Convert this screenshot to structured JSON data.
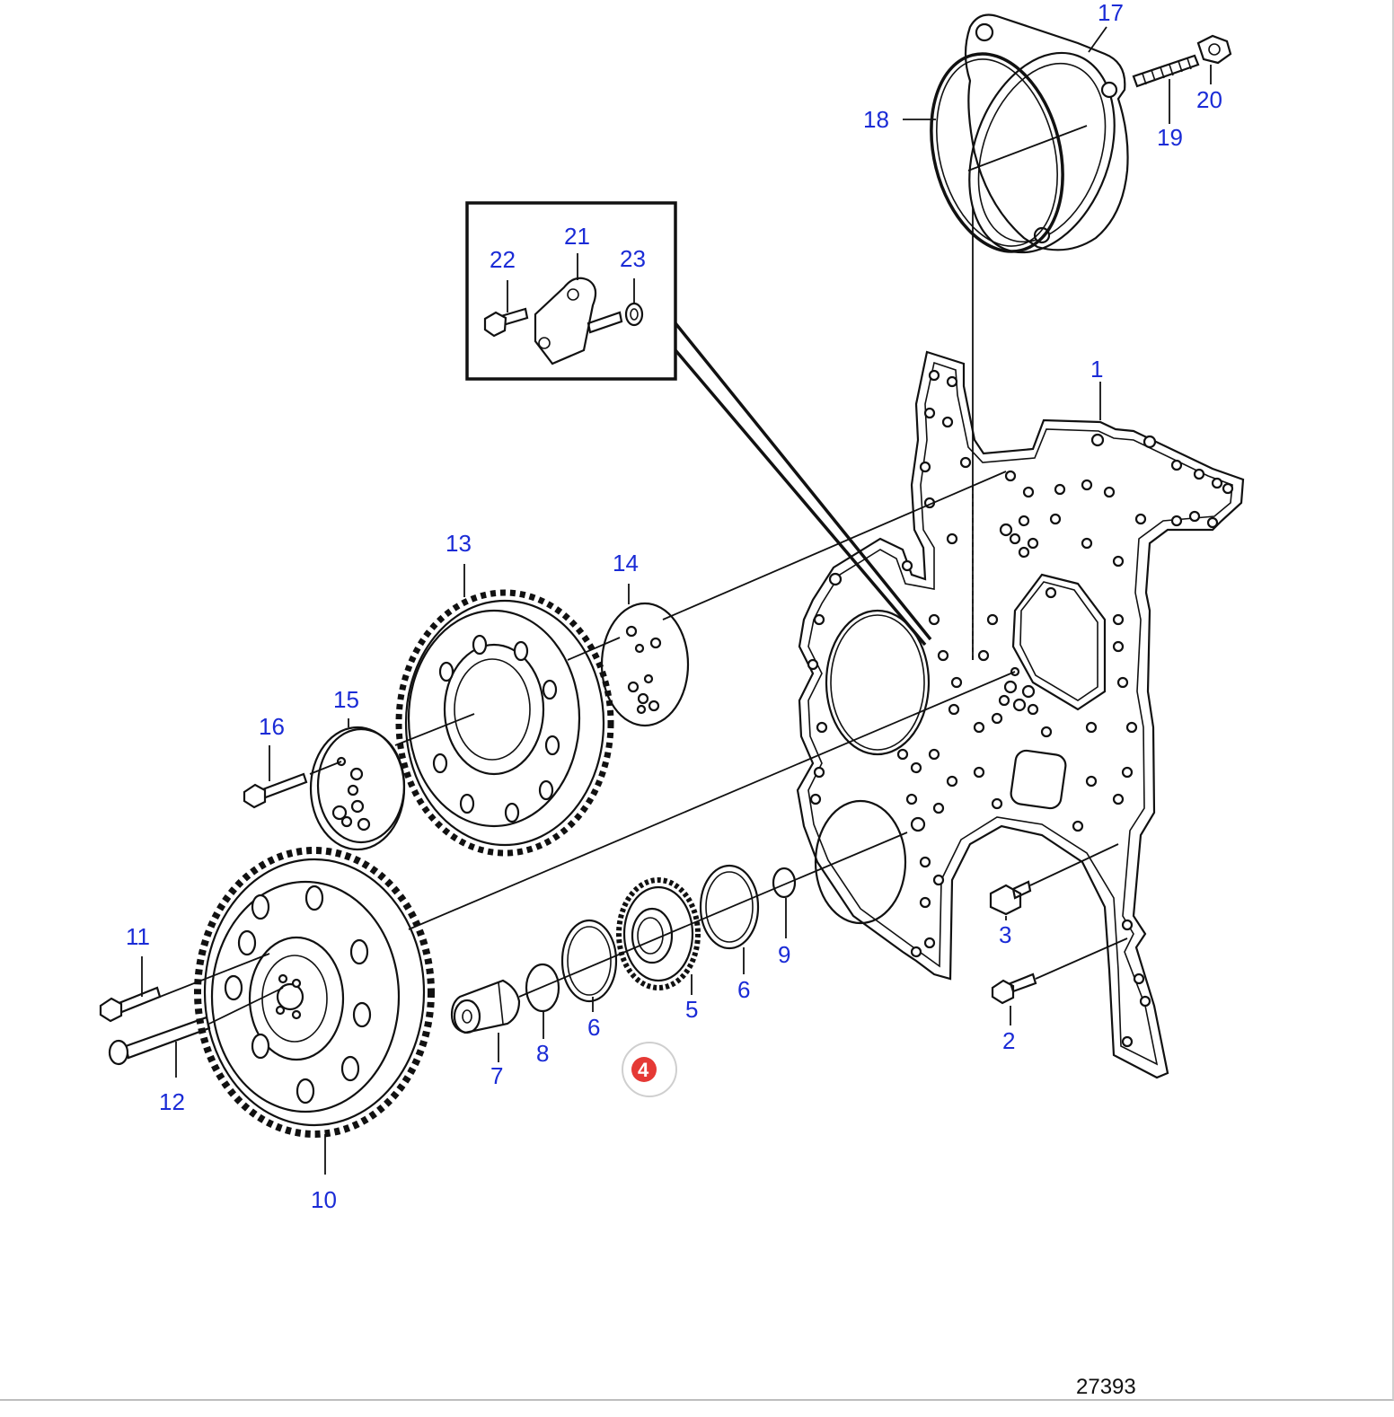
{
  "figure_number": "27393",
  "highlight_badge": {
    "label": "4",
    "color": "#e53935"
  },
  "colors": {
    "callout": "#1a2bd6",
    "line": "#111111",
    "background": "#ffffff"
  },
  "callouts": [
    {
      "id": "1",
      "part": "timing-plate"
    },
    {
      "id": "2",
      "part": "flange-bolt"
    },
    {
      "id": "3",
      "part": "socket-screw"
    },
    {
      "id": "5",
      "part": "small-gear"
    },
    {
      "id": "6",
      "part": "thrust-washer"
    },
    {
      "id": "6",
      "part": "thrust-washer"
    },
    {
      "id": "7",
      "part": "hub-shaft"
    },
    {
      "id": "8",
      "part": "snap-ring"
    },
    {
      "id": "9",
      "part": "o-ring"
    },
    {
      "id": "10",
      "part": "large-idler-gear"
    },
    {
      "id": "11",
      "part": "bolt"
    },
    {
      "id": "12",
      "part": "socket-bolt"
    },
    {
      "id": "13",
      "part": "idler-gear"
    },
    {
      "id": "14",
      "part": "gasket-disc"
    },
    {
      "id": "15",
      "part": "hub"
    },
    {
      "id": "16",
      "part": "bolt"
    },
    {
      "id": "17",
      "part": "cover"
    },
    {
      "id": "18",
      "part": "sealing-ring"
    },
    {
      "id": "19",
      "part": "stud"
    },
    {
      "id": "20",
      "part": "nut"
    },
    {
      "id": "21",
      "part": "bracket"
    },
    {
      "id": "22",
      "part": "bolt"
    },
    {
      "id": "23",
      "part": "washer"
    }
  ]
}
